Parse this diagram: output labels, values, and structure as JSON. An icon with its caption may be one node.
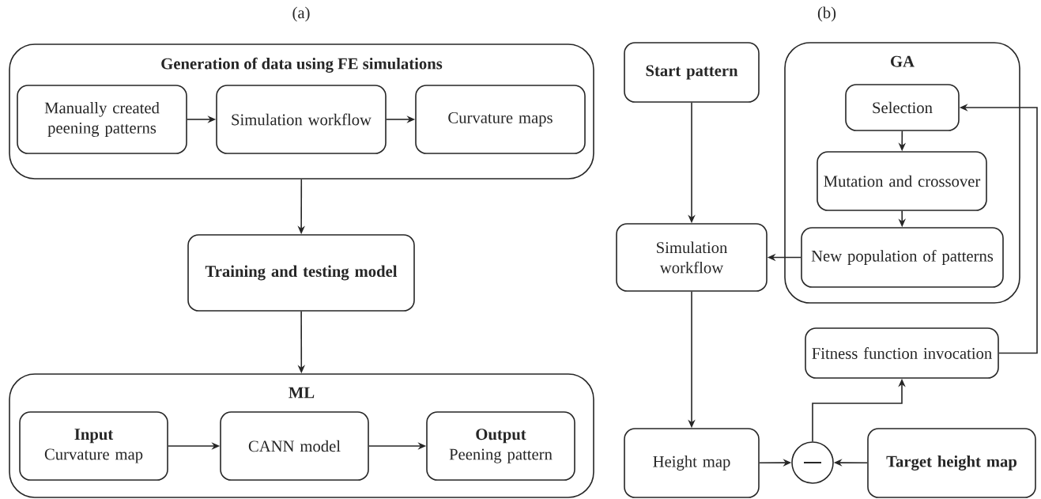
{
  "diagram": {
    "nodes": [
      {
        "text": [
          "Generation of data using FE simulations"
        ]
      },
      {
        "text": [
          "Manually created peening patterns"
        ],
        "in": 0
      },
      {
        "text": [
          "Simulation workflow"
        ],
        "in": 0
      },
      {
        "text": [
          "Curvature maps"
        ],
        "in": 0
      },
      {
        "text": [
          "Training and testing model"
        ]
      },
      {
        "text": [
          "ML"
        ]
      },
      {
        "text": [
          "Input",
          "Curvature map"
        ],
        "in": 5
      },
      {
        "text": [
          "CANN model"
        ],
        "in": 5
      },
      {
        "text": [
          "Output",
          "Peening pattern"
        ],
        "in": 5
      },
      {
        "text": [
          "Start pattern"
        ]
      },
      {
        "text": [
          "GA"
        ]
      },
      {
        "text": [
          "Selection"
        ],
        "in": 10
      },
      {
        "text": [
          "Mutation and crossover"
        ],
        "in": 10
      },
      {
        "text": [
          "New population of patterns"
        ],
        "in": 10
      },
      {
        "text": [
          "Simulation workflow"
        ]
      },
      {
        "text": [
          "Fitness function invocation"
        ]
      },
      {
        "text": [
          "Height map"
        ]
      },
      {
        "text": [],
        "shape": "circle"
      },
      {
        "text": [
          "Target height map"
        ]
      }
    ],
    "edges": [
      {
        "from": 1,
        "to": 2,
        "arrow": "to"
      },
      {
        "from": 2,
        "to": 3,
        "arrow": "to"
      },
      {
        "from": 0,
        "to": 4,
        "arrow": "to"
      },
      {
        "from": 4,
        "to": 5,
        "arrow": "to"
      },
      {
        "from": 6,
        "to": 7,
        "arrow": "to"
      },
      {
        "from": 7,
        "to": 8,
        "arrow": "to"
      },
      {
        "from": 9,
        "to": 14,
        "arrow": "to"
      },
      {
        "from": 11,
        "to": 12,
        "arrow": "to"
      },
      {
        "from": 12,
        "to": 13,
        "arrow": "to"
      },
      {
        "from": 13,
        "to": 14,
        "arrow": "to"
      },
      {
        "from": 14,
        "to": 16,
        "arrow": "to"
      },
      {
        "from": 16,
        "to": 17,
        "arrow": "to"
      },
      {
        "from": 18,
        "to": 17,
        "arrow": "to"
      },
      {
        "from": 17,
        "to": 15,
        "arrow": "to"
      },
      {
        "from": 15,
        "to": 11,
        "arrow": "to"
      }
    ],
    "labels": [
      "(a)",
      "(b)"
    ]
  }
}
